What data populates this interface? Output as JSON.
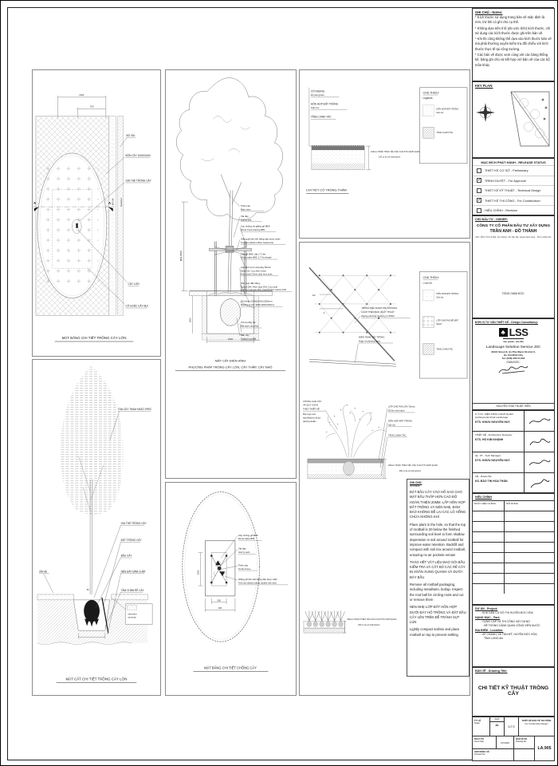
{
  "panel_a": {
    "title": "MẶT BẰNG CHI TIẾT TRỒNG CÂY LỚN",
    "dim1": "1400",
    "dim2": "700",
    "marker": "A",
    "strip1": "BÓ VỈA",
    "strip2": "PAVEMENT",
    "labels": [
      "BÓ VỈA",
      "BỒN CÂY 1000X1000",
      "GIÁ THỂ TRỒNG CÂY",
      "CÂY LỚN",
      "CỎ HOẶC CÂY BỤI"
    ]
  },
  "panel_b": {
    "title": "MẶT CẮT CHI TIẾT TRỒNG CÂY LỚN",
    "canopy_label": "TÁN CÂY THAM KHẢO SPEC",
    "left_label": "VỈA HÈ",
    "dim": "50",
    "labels": [
      "GIÁ THỂ TRỒNG CÂY",
      "ĐẤT TRỒNG CÂY",
      "BẦU CÂY",
      "NỀN ĐẤT ĐẦM CHẶT",
      "TẤM CHẮN RỄ CÂY"
    ],
    "pavement_note1": "PAVEMENT",
    "pavement_note2": "MATERIAL"
  },
  "panel_c1": {
    "title1": "MẶT CẮT ĐIỂN HÌNH",
    "title2": "PHƯƠNG PHÁP TRỒNG CÂY LỚN, CÂY THẤP, CÂY NHỎ",
    "dim_v": "MIN 2500",
    "dim_pit": "1000",
    "dim_w": "1000",
    "labels": [
      [
        "Thân cây",
        "Main stem"
      ],
      [
        "Vải đay",
        "Gunny pad"
      ],
      [
        "Cọc chống và giằng gỗ Ø65",
        "Wood cross-bracing Ø65"
      ],
      [
        "Giằng gỗ liên kết bằng dây buộc xoắn",
        "Tree ties (black rubber twisted tie)"
      ],
      [
        "Cọc gỗ Ø65, dài 2.7-3m",
        "Wood stake Ø65, 2.7-3m length"
      ],
      [
        "Lớp phủ mùn dừa dày 50mm",
        "50mm thk. Coco fiber mulch,",
        "Keep mulch 75mm clear from trunk"
      ],
      [
        "Hỗn hợp đất trồng:",
        "Topsoil 50%, River sand 20%, Coco peat",
        "and rice husk ash 20%, Cow/Chicken manure 10%"
      ],
      [
        "Hố trồng 1000x1000x1000mm",
        "Planting pit size 1000x1000x1000mm"
      ],
      [
        "Xới tơi đáy hố",
        "Đất sạch xáo phơi"
      ],
      [
        "Bầu cây",
        "Original rootball"
      ]
    ]
  },
  "panel_c2": {
    "title": "MẶT BẰNG CHI TIẾT CHỐNG CÂY",
    "dim_v": "1000",
    "dim_w1": "500",
    "dim_w2": "900",
    "labels": [
      [
        "Cây chống gỗ Ø65",
        "Wood stake Ø65"
      ],
      [
        "Vải đay",
        "Gunny sack"
      ],
      [
        "Thân cây",
        "Trunk of tree"
      ],
      [
        "Giằng gỗ liên kết bằng dây thép xoắn",
        "Tree ties (black rubber double tree ties)"
      ]
    ]
  },
  "panel_d": {
    "title": "CHI TIẾT CỎ TRỒNG THẢM",
    "labels": [
      [
        "CỎ NHUNG",
        "Zoysia grass"
      ],
      [
        "HỖN HỢP ĐẤT TRỒNG",
        "Soil mix"
      ],
      [
        "TẦNG CANH TÁC",
        ""
      ]
    ],
    "dim_note": [
      "100mm HOẶC THEO YÊU CẦU CỦA KTS CẢNH QUAN",
      "100 or as LA instructions"
    ],
    "legend": {
      "title": "CHÚ THÍCH:",
      "subtitle": "Legends",
      "items": [
        [
          "HỖN HỢP ĐẤT TRỒNG",
          "Soil mix"
        ],
        [
          "TẦNG CANH TÁC",
          ""
        ]
      ]
    }
  },
  "panel_e": {
    "grid_label1": [
      "TRỒNG KIỂU NANH SẤU KHOẢNG",
      "CÁCH THEO BẢN VẼ KỸ THUẬT",
      "Zigzag planting, Spacing to SPEC"
    ],
    "grid_label2": [
      "BIÊN THẢM CÂY TRỒNG",
      "Edge of planting area"
    ],
    "grid_dims": [
      "A/2",
      "A"
    ],
    "legend": {
      "title": "CHÚ THÍCH:",
      "subtitle": "Legends",
      "items": [
        [
          "HỖN HỢP ĐẤT TRỒNG",
          "Soil mix"
        ],
        [
          "LỚP CHE PHỦ BỀ MẶT",
          "Mulch"
        ],
        [
          "TẦNG CANH TÁC",
          ""
        ]
      ]
    },
    "shrub_label": [
      "CHỦNG LOẠI CÂY",
      "VÀ QUY CÁCH",
      "THEO THIẾT KẾ",
      "Plant type and",
      "specifications as per",
      "planting details"
    ],
    "layer_labels": [
      [
        "LỚP CHE PHỦ DÀY 50mm",
        "50 thk mulch layer"
      ],
      [
        "HỖN HỢP ĐẤT TRỒNG",
        "Soil mix"
      ],
      [
        "TẦNG CANH TÁC",
        ""
      ]
    ],
    "dim_note": [
      "200mm HOẶC THEO YÊU CẦU CỦA KTS CẢNH QUAN",
      "200 or as LA instructions"
    ],
    "ground_dim_note": [
      "200mm HOẶC THEO YÊU CẦU CỦA KTS CẢNH QUAN",
      "200 or as LA instructions"
    ],
    "remarks": {
      "title": "GHI CHÚ:",
      "subtitle": "Remarks",
      "paras": [
        "ĐẶT BẦU CÂY VÀO HỐ SAO CHO MẶT BẦU THẤP HƠN CAO ĐỘ HOÀN THIỆN 20MM. LẤP HỖN HỢP ĐẤT TRỒNG VÀ NÉN NHẸ, ĐẢM BẢO KHÔNG ĐỂ LẠI CÁC LỖ HỔNG CHỨA KHÔNG KHÍ",
        "Place plant in the hole, so that the top of rootball is 20 below the finished surrounding soil level to form sh­allow depression in soil around rootball for improve water retention. Backfill and compact with soil mix around rootball, ensuring no air pockets remain",
        "THÁO HẾT VẬT LIỆU BAO GÓI BẦU KIỂM TRA VÀ CẮT BỎ CÁC RỄ CÂY BỊ XOẮN XUNG QUANH VÀ DƯỚI ĐÁY BẦU",
        "Remove all rootball packaging, including metal/wire, burlap. Inspect the root ball for circling roots and cut or remove them",
        "NÉN NHẸ LỚP ĐẤT HỖN HỢP DƯỚI ĐÁY HỐ TRỒNG VÀ ĐẶT BẦU CÂY LÊN TRÊN ĐỂ TRÁNH SỤT LÚN",
        "Lightly compact soilmix and place rootball on top to prevent settling"
      ]
    }
  },
  "sidebar": {
    "notes": {
      "title": "GHI CHÚ - Notes:",
      "items": [
        "* Kích thước sử dụng trong bản vẽ mặc định là mm, trừ khi có ghi chú cụ thể.",
        "* Không dựa trên tỉ lệ (đo ước tính) kích thước, chỉ sử dụng các kích thước được ghi trên bản vẽ.",
        "* Khi thi công không thể dựa vào kích thước bản vẽ mà phải thường xuyên kiểm tra đối chiếu với kích thước thực tế tại công trường.",
        "* Các bản vẽ được xem cùng với các bảng thống kê, bảng ghi chú và kết hợp với bản vẽ của các bộ môn khác."
      ]
    },
    "keyplan_title": "KEY PLAN:",
    "release": {
      "title": "MỤC ĐÍCH PHÁT HÀNH - RELEASE STATUS",
      "items": [
        {
          "label": "THIẾT KẾ CƠ SỞ - Preliminary",
          "check": ""
        },
        {
          "label": "TRÌNH DUYỆT - For Approval",
          "check": "✓"
        },
        {
          "label": "THIẾT KẾ KỸ THUẬT - Technical Design",
          "check": ""
        },
        {
          "label": "THIẾT KẾ THI CÔNG - For Construction",
          "check": "✓"
        },
        {
          "label": "HIỆU CHỈNH - Revision",
          "check": ""
        }
      ]
    },
    "owner": {
      "title": "CHỦ ĐẦU TƯ - OWNER:",
      "name1": "CÔNG TY CỔ PHẦN ĐẦU TƯ XÂY DỰNG",
      "name2": "TRẦN ANH - ĐỒ THÀNH",
      "address": "Đ/C: KDC Tỉnh lộ 822, Ấp Chánh, Xã Tân Mỹ, Huyện Đức Hòa - Tỉnh LONG AN",
      "signoff": "TỔNG GIÁM ĐỐC:"
    },
    "consultant": {
      "title": "ĐƠN VỊ TƯ VẤN THIẾT KẾ - Design Consultancy:",
      "logo": "LSS",
      "tagline": "see green, see life",
      "company": "Landscape Solution Service JSC",
      "address1": "31/9/1 Street 8, An Phu Ward, District 2,",
      "address2": "Ho Chi Minh City",
      "tel": "Tel: (028) 466 54 960",
      "signoff": "GIÁM ĐỐC:",
      "director": "NGUYỄN THÁI THUẬT HIỀN"
    },
    "staff": [
      {
        "role": "C.T.T.K. KIẾN TRÚC CẢNH QUAN",
        "role_en": "Architectural Chief Landscape:",
        "name": "KTS. KHƯU NGUYỄN HUY"
      },
      {
        "role": "THIẾT KẾ - Architecture Designer:",
        "role_en": "",
        "name": "KTS. HỒ KIM KHÁNH"
      },
      {
        "role": "QL. KT - Tech Manager:",
        "role_en": "",
        "name": "KTS. KHƯU NGUYỄN HUY"
      },
      {
        "role": "VẼ - Drawn By:",
        "role_en": "",
        "name": "KS. ĐÀO THỊ HOA THÂN"
      }
    ],
    "revision": {
      "title": "HIỆU CHỈNH",
      "col1": "NGÀY HIỆU CHỈNH",
      "col2": "NỘI DUNG"
    },
    "project": {
      "label": "DỰ ÁN - Project:",
      "name": "-  KHU DÂN CƯ ĐÔ THỊ HUYỆN ĐỨC HÒA",
      "part_label": "HẠNG MỤC - Part:",
      "part1": "-  CUNG CẤP VÀ THI CÔNG XÂY DỰNG",
      "part2": "HỆ THỐNG CẢNH QUAN CÔNG VIÊN NƯỚC",
      "loc_label": "ĐỊA ĐIỂM - Location:",
      "loc1": "-  ẤP CHÁNH, XÃ TÂN MỸ, HUYỆN ĐỨC HÒA,",
      "loc2": "TỈNH LONG AN"
    },
    "drawing": {
      "label": "BẢN VẼ - Drawing Title:",
      "title": "CHI TIẾT KỸ THUẬT TRỒNG CÂY"
    },
    "titleblock": {
      "scale_l1": "TỶ LỆ",
      "scale_l2": "Scale",
      "size_l": "KHỔ",
      "size": "A1",
      "scale": "N.T.S",
      "status1": "THIẾT KẾ BẢN VẼ THI CÔNG",
      "status2": "For Construction Design",
      "date_l1": "NGÀY PH",
      "date_l2": "Issue Date",
      "date": "07/2020",
      "no_l1": "BẢN VẼ SỐ",
      "no_l2": "Drawing No.",
      "number": "LA.905",
      "contract_l1": "HỢP ĐỒNG SỐ",
      "contract_l2": "Contract No.",
      "contract": "."
    }
  }
}
